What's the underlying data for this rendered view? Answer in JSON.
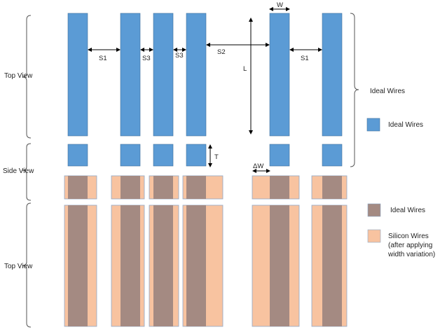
{
  "labels": {
    "top_view_upper": "Top View",
    "side_view": "Side View",
    "top_view_lower": "Top View",
    "ideal_wires_brace": "Ideal Wires",
    "s1_left": "S1",
    "s3_left": "S3",
    "s3_right": "S3",
    "s2": "S2",
    "s1_right": "S1",
    "w": "W",
    "l": "L",
    "t": "T",
    "delta_w": "ΔW"
  },
  "legend": {
    "blue_label": "Ideal Wires",
    "brown_label": "Ideal Wires",
    "orange_line1": "Silicon Wires",
    "orange_line2": "(after applying",
    "orange_line3": "width variation)"
  },
  "colors": {
    "ideal_blue": "#5b9bd5",
    "ideal_blue_stroke": "#41719c",
    "ideal_brown": "#a48a82",
    "silicon_orange": "#f8c3a0",
    "silicon_stroke": "#8ea9c9",
    "line": "#000000",
    "brace": "#555555"
  }
}
